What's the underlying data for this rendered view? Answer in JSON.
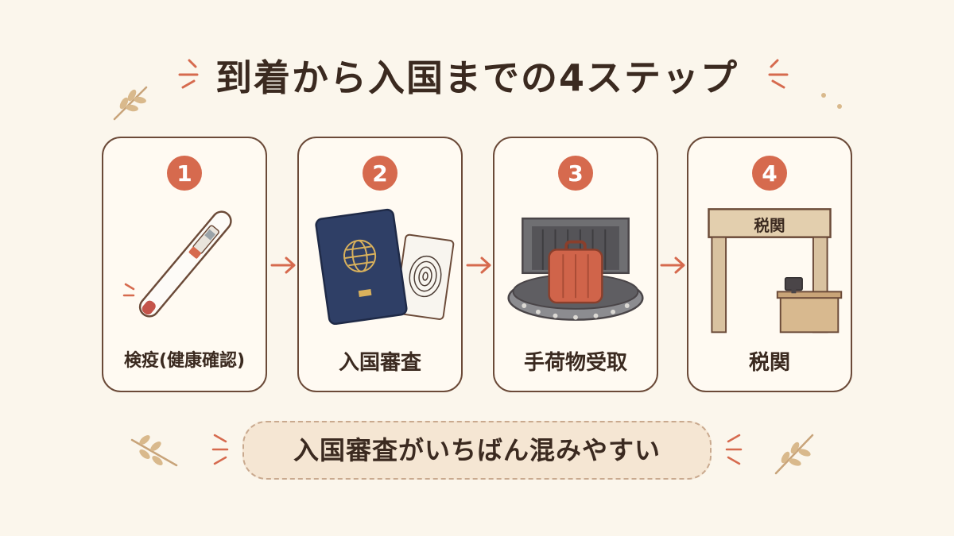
{
  "title": "到着から入国までの4ステップ",
  "steps": [
    {
      "number": "1",
      "label": "検疫(健康確認)",
      "icon": "thermometer-icon"
    },
    {
      "number": "2",
      "label": "入国審査",
      "icon": "passport-icon"
    },
    {
      "number": "3",
      "label": "手荷物受取",
      "icon": "baggage-carousel-icon"
    },
    {
      "number": "4",
      "label": "税関",
      "icon": "customs-gate-icon"
    }
  ],
  "customs_sign": "税関",
  "note": "入国審査がいちばん混みやすい",
  "colors": {
    "accent": "#d66a4e",
    "border": "#6b4a38",
    "background": "#fbf6ec",
    "note_bg": "#f5e6d3"
  }
}
